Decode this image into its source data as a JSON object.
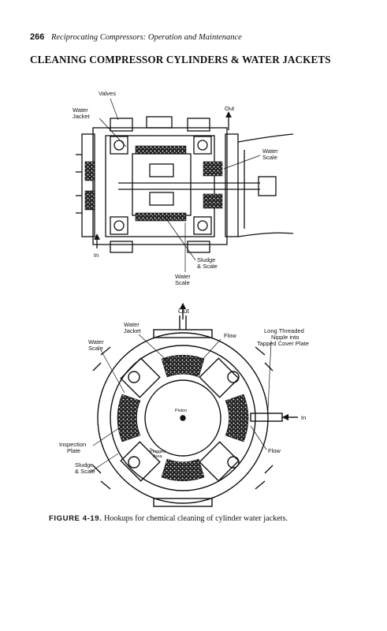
{
  "header": {
    "page_number": "266",
    "running_title": "Reciprocating Compressors: Operation and Maintenance"
  },
  "section_title": "CLEANING COMPRESSOR CYLINDERS & WATER JACKETS",
  "figure_top": {
    "labels": {
      "valves": "Valves",
      "water_jacket_1": "Water",
      "water_jacket_2": "Jacket",
      "out": "Out",
      "water_scale_1": "Water",
      "water_scale_2": "Scale",
      "in": "In",
      "sludge_1": "Sludge",
      "sludge_2": "& Scale",
      "water_scale_b1": "Water",
      "water_scale_b2": "Scale"
    }
  },
  "figure_bottom": {
    "labels": {
      "out": "Out",
      "water_jacket_1": "Water",
      "water_jacket_2": "Jacket",
      "flow_top": "Flow",
      "long_1": "Long Threaded",
      "long_2": "Nipple into",
      "long_3": "Tapped Cover Plate",
      "water_scale_1": "Water",
      "water_scale_2": "Scale",
      "piston": "Piston",
      "in": "In",
      "inspection_1": "Inspection",
      "inspection_2": "Plate",
      "plugged_1": "Plugged",
      "plugged_2": "Area",
      "flow_bottom": "Flow",
      "sludge_1": "Sludge",
      "sludge_2": "& Scale"
    }
  },
  "caption": {
    "label": "FIGURE 4-19.",
    "text": "Hookups for chemical cleaning of cylinder water jackets."
  }
}
